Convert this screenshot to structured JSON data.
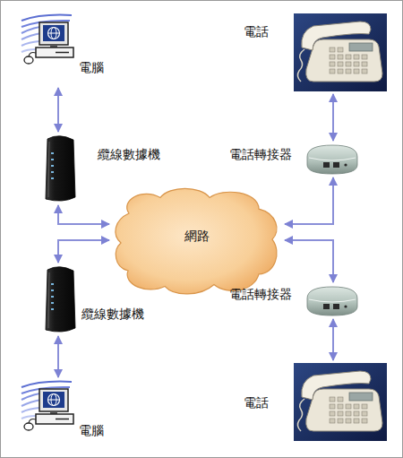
{
  "diagram": {
    "nodes": [
      {
        "text": [
          "電腦"
        ]
      },
      {
        "text": [
          "電話"
        ]
      },
      {
        "text": [
          "纜線數據機"
        ]
      },
      {
        "text": [
          "電話轉接器"
        ]
      },
      {
        "text": [
          "網路"
        ]
      },
      {
        "text": [
          "電話轉接器"
        ]
      },
      {
        "text": [
          "纜線數據機"
        ]
      },
      {
        "text": [
          "電腦"
        ]
      },
      {
        "text": [
          "電話"
        ]
      }
    ],
    "edges": [
      {
        "from": 0,
        "to": 2,
        "arrow": "both"
      },
      {
        "from": 2,
        "to": 4,
        "arrow": "both"
      },
      {
        "from": 6,
        "to": 4,
        "arrow": "both"
      },
      {
        "from": 6,
        "to": 7,
        "arrow": "both"
      },
      {
        "from": 1,
        "to": 3,
        "arrow": "both"
      },
      {
        "from": 3,
        "to": 4,
        "arrow": "both"
      },
      {
        "from": 5,
        "to": 4,
        "arrow": "both"
      },
      {
        "from": 5,
        "to": 8,
        "arrow": "both"
      }
    ]
  }
}
